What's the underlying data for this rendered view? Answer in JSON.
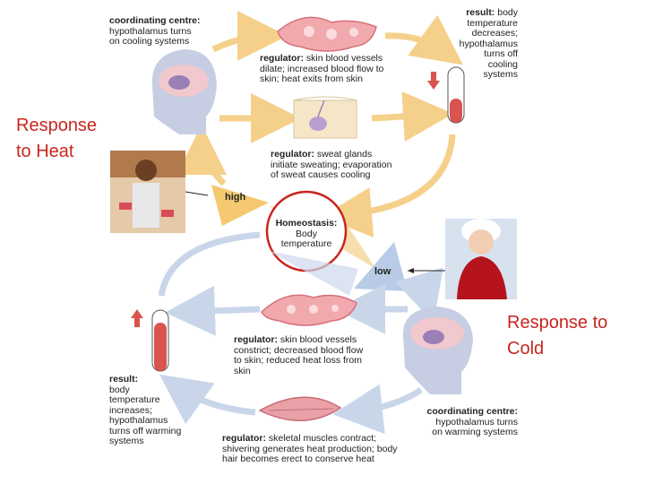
{
  "labels": {
    "response_heat": "Response\nto Heat",
    "response_cold": "Response to\nCold"
  },
  "heat": {
    "coord_title": "coordinating centre:",
    "coord_body": "hypothalamus turns\non cooling systems",
    "reg_vessels_title": "regulator:",
    "reg_vessels_body": " skin blood vessels\ndilate; increased blood flow to\nskin; heat exits from skin",
    "result_title": "result:",
    "result_body": " body\ntemperature\ndecreases;\nhypothalamus\nturns off\ncooling\nsystems",
    "reg_sweat_title": "regulator:",
    "reg_sweat_body": " sweat glands\ninitiate sweating; evaporation\nof sweat causes cooling",
    "high": "high"
  },
  "center": {
    "title": "Homeostasis:",
    "body": "Body\ntemperature"
  },
  "cold": {
    "low": "low",
    "reg_vessels_title": "regulator:",
    "reg_vessels_body": " skin blood vessels\nconstrict; decreased blood flow\nto skin; reduced heat loss from\nskin",
    "result_title": "result:",
    "result_body": "body\ntemperature\nincreases;\nhypothalamus\nturns off warming\nsystems",
    "coord_title": "coordinating centre:",
    "coord_body": "hypothalamus turns\non warming systems",
    "reg_muscle_title": "regulator:",
    "reg_muscle_body": " skeletal muscles contract;\nshivering generates heat production; body\nhair becomes erect to conserve heat"
  },
  "colors": {
    "heat_arrow": "#f5d08a",
    "cold_arrow": "#c9d6ea",
    "red_text": "#c8261e",
    "vessel": "#f2a9ad",
    "brain_head": "#c7cde3"
  }
}
